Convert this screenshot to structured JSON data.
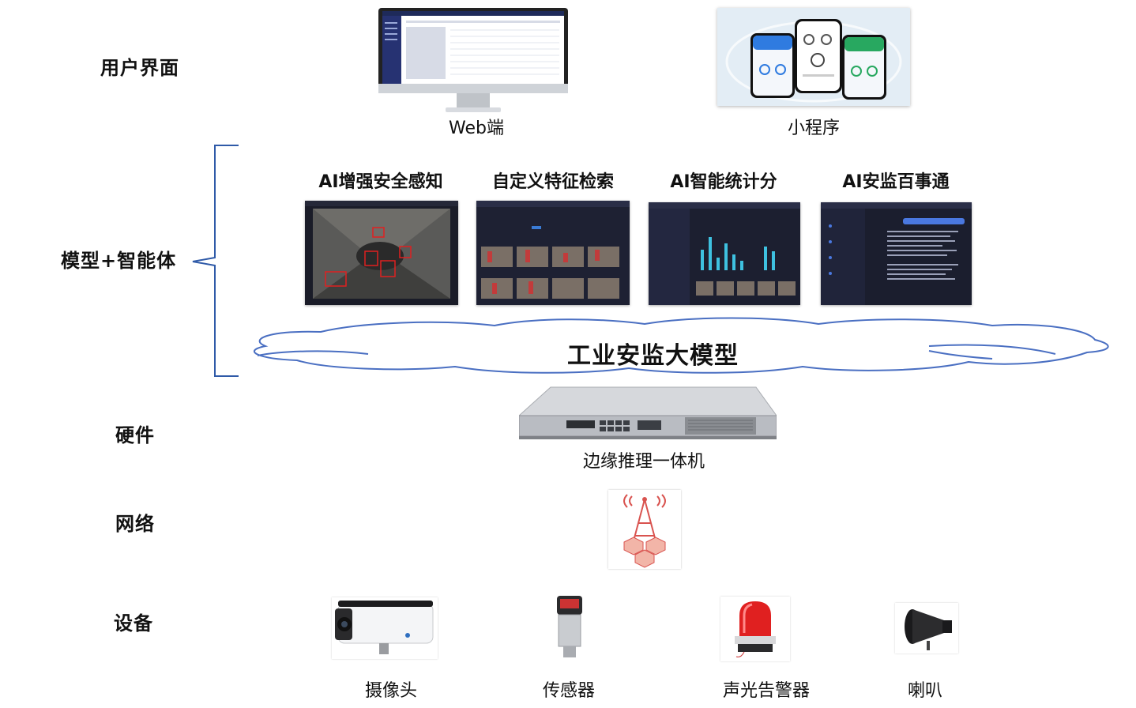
{
  "layers": {
    "ui": "用户界面",
    "model": "模型+智能体",
    "hardware": "硬件",
    "network": "网络",
    "devices": "设备"
  },
  "ui_items": {
    "web": "Web端",
    "miniprogram": "小程序"
  },
  "agents": [
    {
      "title": "AI增强安全感知"
    },
    {
      "title": "自定义特征检索"
    },
    {
      "title": "AI智能统计分"
    },
    {
      "title": "AI安监百事通"
    }
  ],
  "cloud": {
    "title": "工业安监大模型"
  },
  "hardware": {
    "caption": "边缘推理一体机"
  },
  "devices": [
    {
      "label": "摄像头"
    },
    {
      "label": "传感器"
    },
    {
      "label": "声光告警器"
    },
    {
      "label": "喇叭"
    }
  ],
  "colors": {
    "bracket": "#2f5aa8",
    "cloud_stroke": "#4a6fc2",
    "network_red": "#d9534f",
    "alarm_red": "#e02020"
  }
}
